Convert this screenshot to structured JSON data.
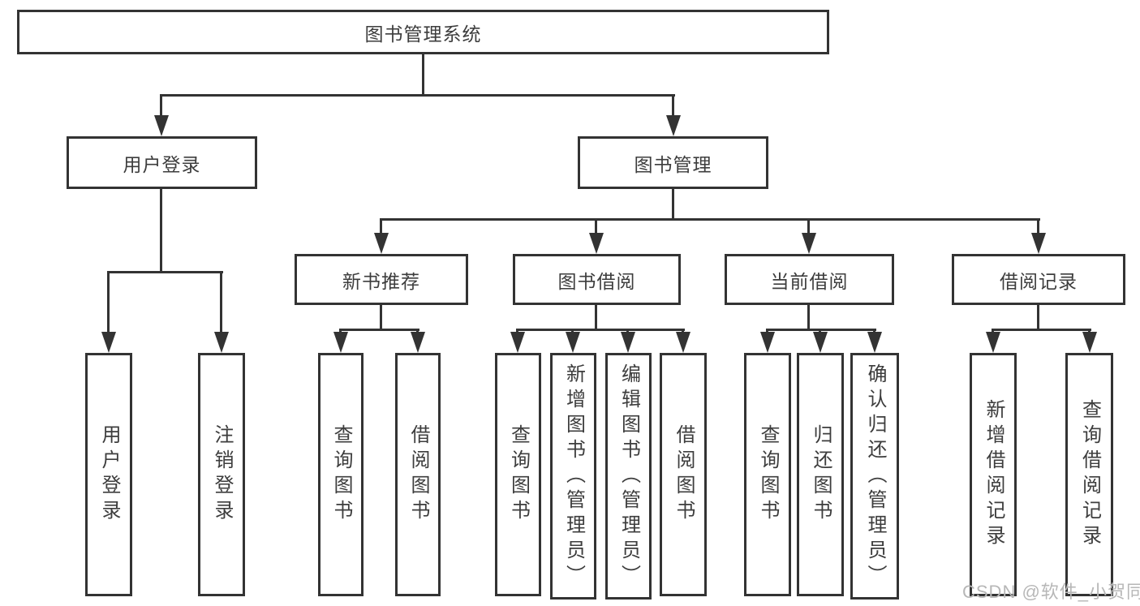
{
  "nodes": {
    "root": "图书管理系统",
    "user_login": "用户登录",
    "book_mgmt": "图书管理",
    "new_book_rec": "新书推荐",
    "book_borrow": "图书借阅",
    "current_borrow": "当前借阅",
    "borrow_records": "借阅记录",
    "leaf_user_login": "用户登录",
    "leaf_logout": "注销登录",
    "rec_query_books": "查询图书",
    "rec_borrow_books": "借阅图书",
    "bb_query_books": "查询图书",
    "bb_add_books": "新增图书（管理员）",
    "bb_edit_books": "编辑图书（管理员）",
    "bb_borrow_books": "借阅图书",
    "cb_query_books": "查询图书",
    "cb_return_books": "归还图书",
    "cb_confirm_return": "确认归还（管理员）",
    "br_add_record": "新增借阅记录",
    "br_query_record": "查询借阅记录"
  },
  "watermark": "CSDN @软件_小贺同学",
  "colors": {
    "line": "#333333",
    "text": "#3d3d3d",
    "background": "#ffffff",
    "watermark": "#b7b7b7"
  }
}
